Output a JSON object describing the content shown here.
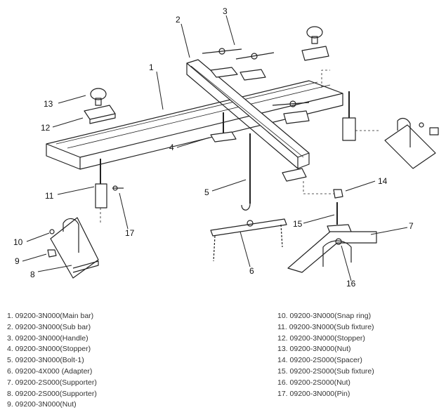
{
  "callouts": [
    "1",
    "2",
    "3",
    "4",
    "5",
    "6",
    "7",
    "8",
    "9",
    "10",
    "11",
    "12",
    "13",
    "14",
    "15",
    "16",
    "17"
  ],
  "parts": [
    "1. 09200-3N000(Main bar)",
    "2. 09200-3N000(Sub bar)",
    "3. 09200-3N000(Handle)",
    "4. 09200-3N000(Stopper)",
    "5. 09200-3N000(Bolt-1)",
    "6. 09200-4X000 (Adapter)",
    "7. 09200-2S000(Supporter)",
    "8. 09200-2S000(Supporter)",
    "9. 09200-3N000(Nut)",
    "10. 09200-3N000(Snap ring)",
    "11. 09200-3N000(Sub fixture)",
    "12. 09200-3N000(Stopper)",
    "13. 09200-3N000(Nut)",
    "14. 09200-2S000(Spacer)",
    "15. 09200-2S000(Sub fixture)",
    "16. 09200-2S000(Nut)",
    "17. 09200-3N000(Pin)"
  ]
}
